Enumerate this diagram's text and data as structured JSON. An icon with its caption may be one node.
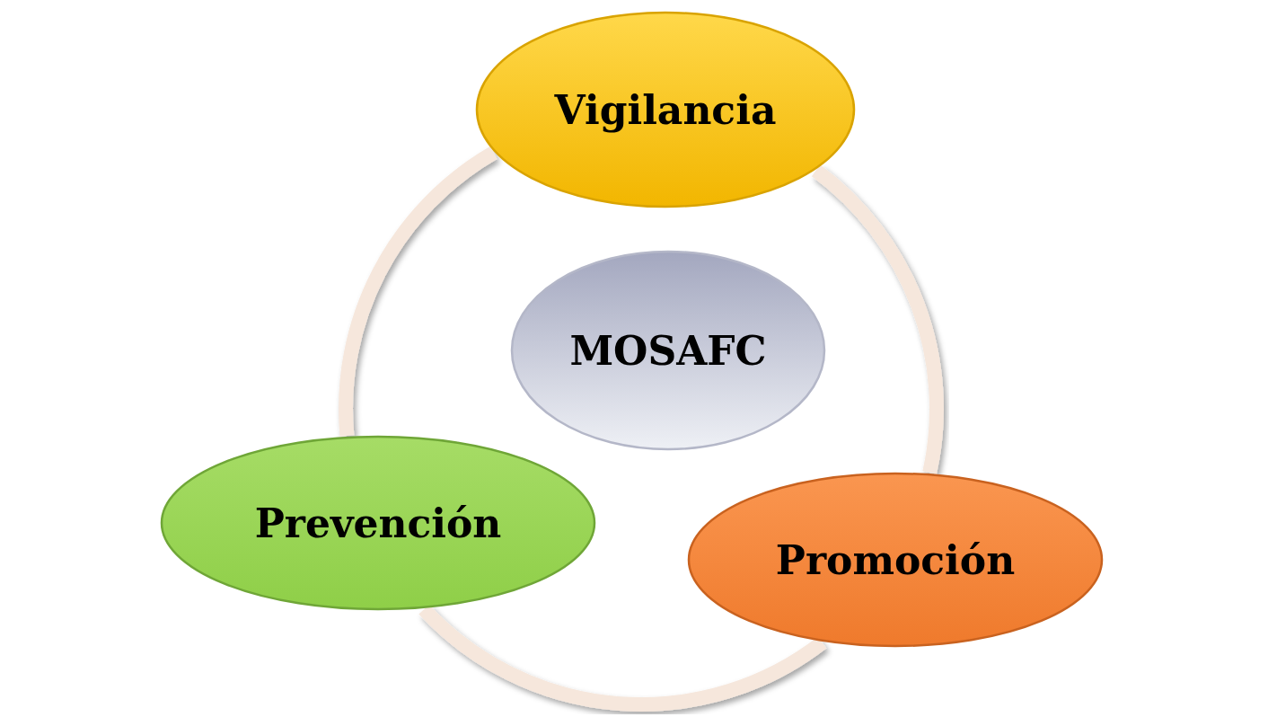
{
  "diagram": {
    "nodes": [
      {
        "text": [
          "Vigilancia"
        ]
      },
      {
        "text": [
          "MOSAFC"
        ]
      },
      {
        "text": [
          "Prevención"
        ]
      },
      {
        "text": [
          "Promoción"
        ]
      }
    ],
    "edges": [
      {
        "from": 0,
        "to": 3,
        "arrow": "none"
      },
      {
        "from": 3,
        "to": 2,
        "arrow": "none"
      },
      {
        "from": 2,
        "to": 0,
        "arrow": "none"
      }
    ]
  }
}
